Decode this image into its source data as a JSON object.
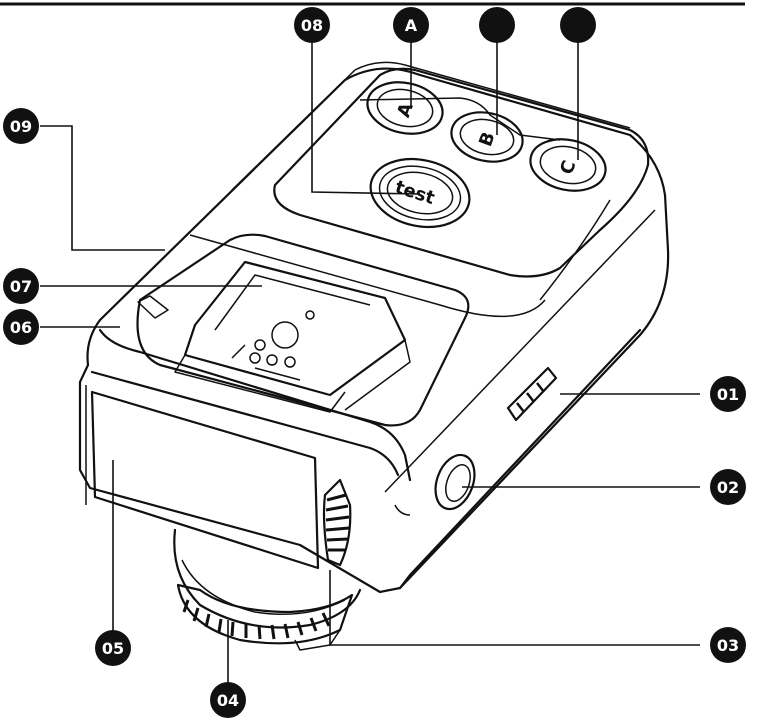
{
  "buttons": {
    "a": "A",
    "b": "B",
    "c": "C",
    "test": "test"
  },
  "callouts": {
    "c01": "01",
    "c02": "02",
    "c03": "03",
    "c04": "04",
    "c05": "05",
    "c06": "06",
    "c07": "07",
    "c08": "08",
    "c09": "09",
    "cA": "A",
    "cB": "",
    "cC": ""
  },
  "colors": {
    "line": "#111111",
    "callout_fill": "#111111",
    "callout_text": "#ffffff",
    "background": "#ffffff"
  }
}
